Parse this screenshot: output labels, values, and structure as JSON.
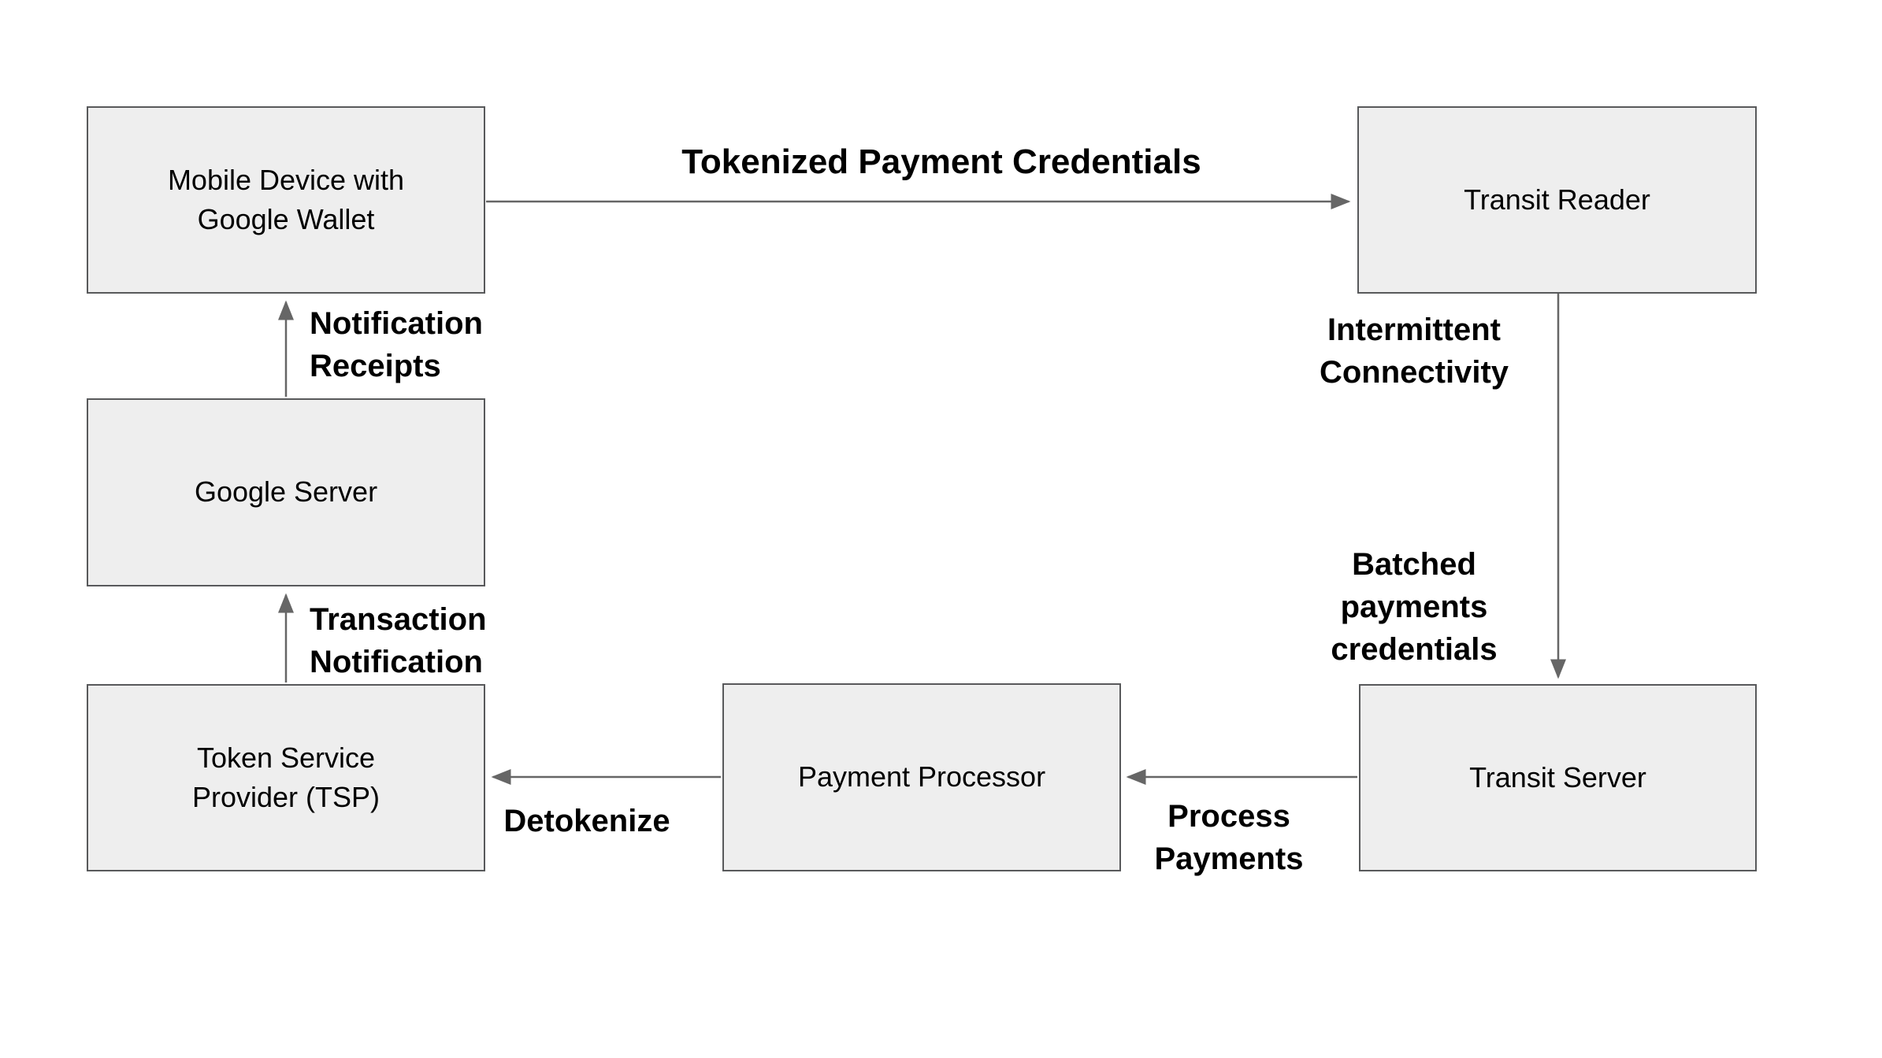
{
  "diagram": {
    "colors": {
      "background": "#ffffff",
      "node_fill": "#eeeeee",
      "node_border": "#58595b",
      "arrow": "#666666",
      "text": "#000000"
    },
    "nodes": {
      "mobile_device": {
        "label": "Mobile Device with\nGoogle Wallet"
      },
      "transit_reader": {
        "label": "Transit Reader"
      },
      "google_server": {
        "label": "Google Server"
      },
      "token_service_provider": {
        "label": "Token Service\nProvider (TSP)"
      },
      "payment_processor": {
        "label": "Payment Processor"
      },
      "transit_server": {
        "label": "Transit Server"
      }
    },
    "edges": {
      "tokenized_payment_credentials": {
        "label": "Tokenized Payment Credentials",
        "from": "mobile_device",
        "to": "transit_reader"
      },
      "notification_receipts": {
        "label": "Notification\nReceipts",
        "from": "google_server",
        "to": "mobile_device"
      },
      "transaction_notification": {
        "label": "Transaction\nNotification",
        "from": "token_service_provider",
        "to": "google_server"
      },
      "intermittent_connectivity": {
        "label": "Intermittent\nConnectivity",
        "from": "transit_reader",
        "to": "transit_server"
      },
      "batched_payments_credentials": {
        "label": "Batched\npayments\ncredentials",
        "from": "transit_reader",
        "to": "transit_server"
      },
      "process_payments": {
        "label": "Process\nPayments",
        "from": "transit_server",
        "to": "payment_processor"
      },
      "detokenize": {
        "label": "Detokenize",
        "from": "payment_processor",
        "to": "token_service_provider"
      }
    }
  }
}
